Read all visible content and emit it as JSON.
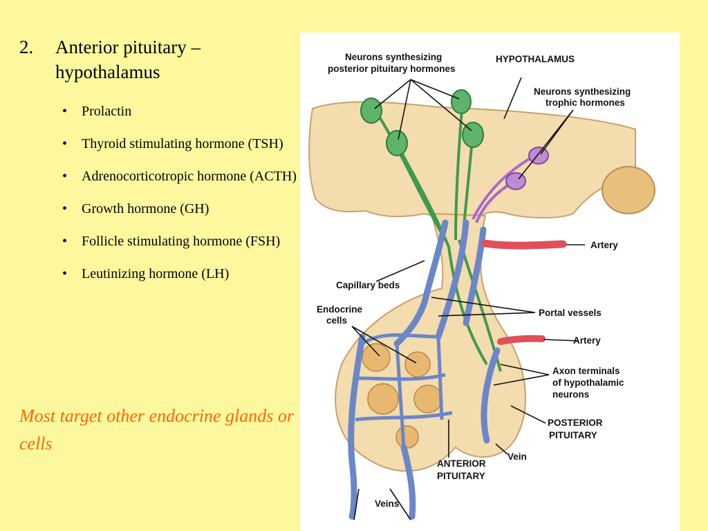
{
  "heading": {
    "number": "2.",
    "text": "Anterior pituitary – hypothalamus"
  },
  "hormones": [
    "Prolactin",
    "Thyroid stimulating hormone (TSH)",
    "Adrenocorticotropic hormone (ACTH)",
    "Growth hormone (GH)",
    "Follicle stimulating hormone (FSH)",
    "Leutinizing hormone (LH)"
  ],
  "bullet_glyph": "•",
  "note": "Most target other endocrine glands or cells",
  "colors": {
    "background": "#fdf89e",
    "note_text": "#ff6600",
    "tissue": "#f3dcae",
    "tissue_dark": "#e8c07e",
    "vessel_blue": "#6b86c9",
    "artery_red": "#e0505a",
    "neuron_green": "#3f9a4d",
    "neuron_purple": "#a86ac9"
  },
  "figure": {
    "labels": {
      "neurons_posterior_1": "Neurons synthesizing",
      "neurons_posterior_2": "posterior pituitary hormones",
      "hypothalamus": "HYPOTHALAMUS",
      "neurons_trophic_1": "Neurons synthesizing",
      "neurons_trophic_2": "trophic hormones",
      "artery_upper": "Artery",
      "capillary_beds": "Capillary beds",
      "endocrine_1": "Endocrine",
      "endocrine_2": "cells",
      "portal_vessels": "Portal vessels",
      "artery_lower": "Artery",
      "axon_1": "Axon terminals",
      "axon_2": "of hypothalamic",
      "axon_3": "neurons",
      "posterior_1": "POSTERIOR",
      "posterior_2": "PITUITARY",
      "vein": "Vein",
      "anterior_1": "ANTERIOR",
      "anterior_2": "PITUITARY",
      "veins": "Veins"
    }
  }
}
